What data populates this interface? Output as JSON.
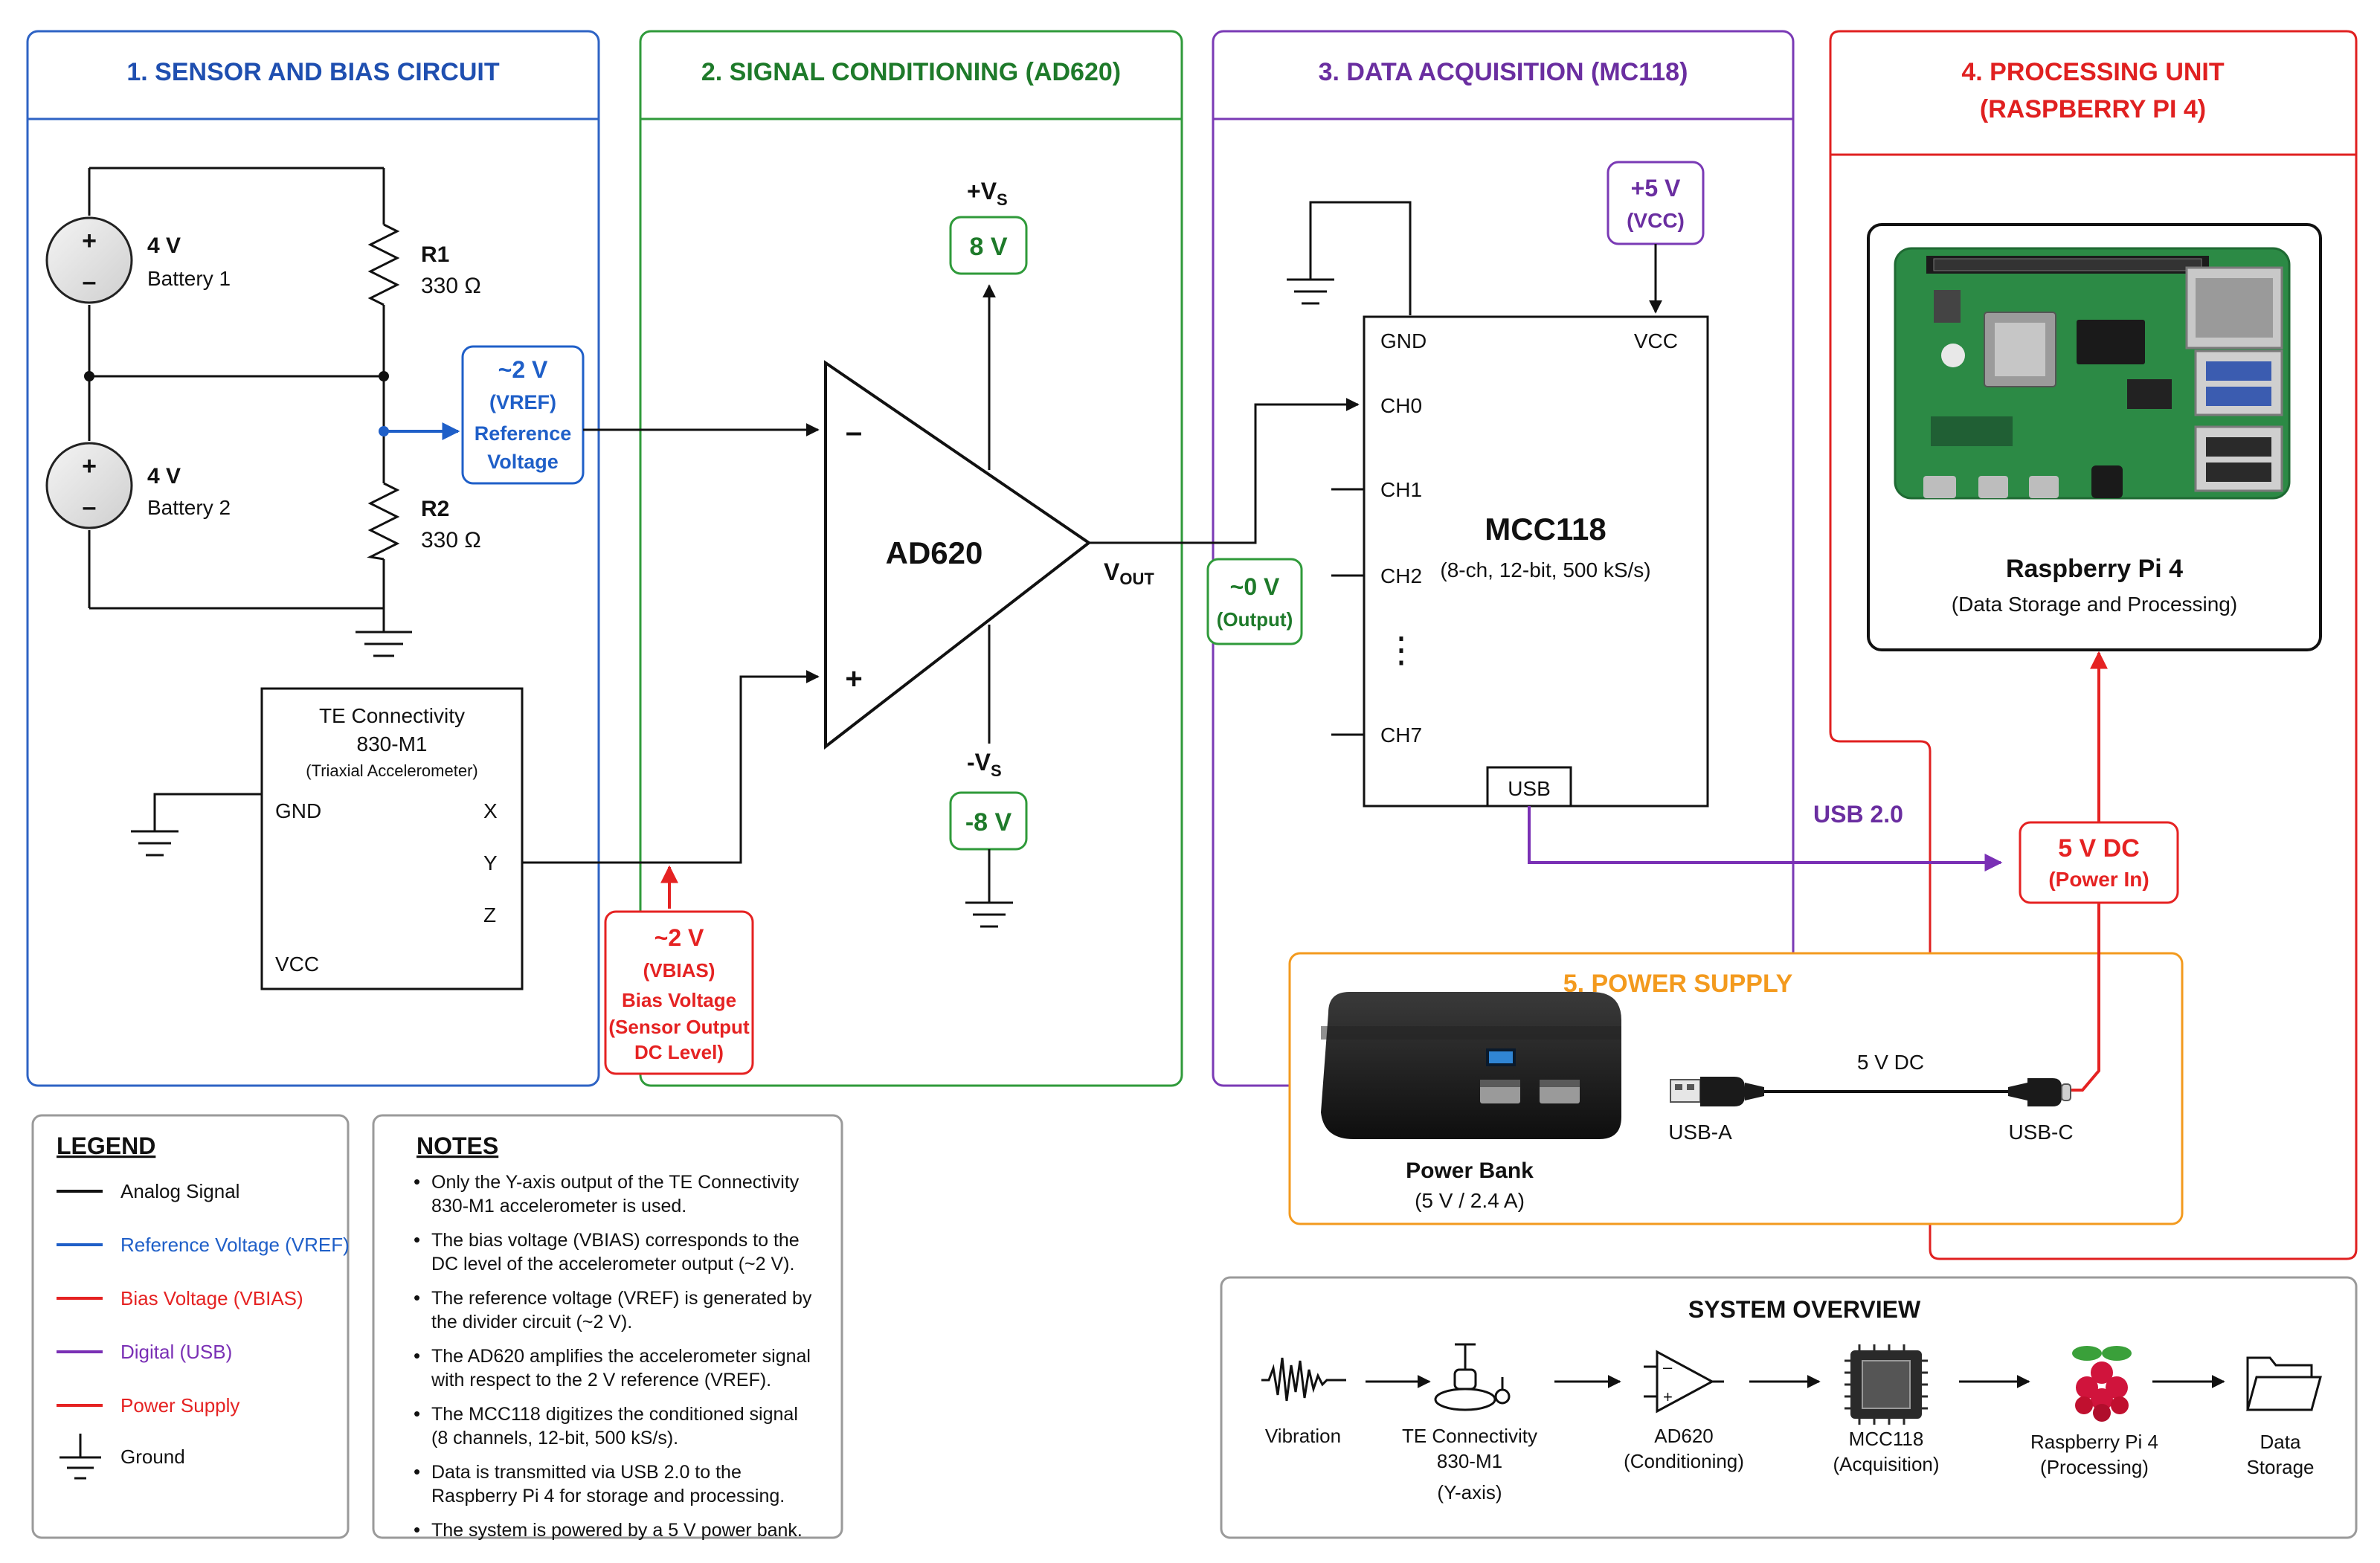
{
  "colors": {
    "sensor": "#1f4fb0",
    "conditioning": "#1e7a2a",
    "acquisition": "#6a2ea0",
    "processing": "#e02020",
    "power": "#f39a1e",
    "analog": "#111111",
    "reference": "#1f5fc8",
    "bias": "#e52222",
    "digital": "#7a30b5",
    "supply": "#e52222",
    "frame": "#5a5a5a"
  },
  "sections": {
    "sensor": {
      "title": "1. SENSOR AND BIAS CIRCUIT"
    },
    "conditioning": {
      "title": "2. SIGNAL CONDITIONING (AD620)"
    },
    "acquisition": {
      "title": "3. DATA ACQUISITION (MC118)"
    },
    "processing": {
      "title_line1": "4. PROCESSING UNIT",
      "title_line2": "(RASPBERRY PI 4)"
    },
    "power": {
      "title": "5. POWER SUPPLY"
    }
  },
  "sensor_circuit": {
    "battery1": {
      "value": "4 V",
      "name": "Battery 1"
    },
    "battery2": {
      "value": "4 V",
      "name": "Battery 2"
    },
    "r1": {
      "name": "R1",
      "value": "330 Ω"
    },
    "r2": {
      "name": "R2",
      "value": "330 Ω"
    },
    "vref": {
      "value": "~2 V",
      "symbol": "(VREF)",
      "line1": "Reference",
      "line2": "Voltage"
    },
    "accelerometer": {
      "maker": "TE Connectivity",
      "model": "830-M1",
      "type": "(Triaxial Accelerometer)",
      "pins": {
        "gnd": "GND",
        "vcc": "VCC",
        "x": "X",
        "y": "Y",
        "z": "Z"
      }
    },
    "vbias": {
      "value": "~2 V",
      "symbol": "(VBIAS)",
      "line1": "Bias Voltage",
      "line2": "(Sensor Output",
      "line3": "DC Level)"
    }
  },
  "amplifier": {
    "name": "AD620",
    "vs_pos": "+V",
    "vs_neg": "-V",
    "vs_sub": "S",
    "vs_pos_value": "8 V",
    "vs_neg_value": "-8 V",
    "minus": "–",
    "plus": "+",
    "vout": "V",
    "vout_sub": "OUT",
    "output_value": "~0 V",
    "output_label": "(Output)"
  },
  "daq": {
    "name": "MCC118",
    "spec": "(8-ch, 12-bit, 500 kS/s)",
    "vcc_value": "+5 V",
    "vcc_label": "(VCC)",
    "pins": {
      "gnd": "GND",
      "vcc": "VCC",
      "ch0": "CH0",
      "ch1": "CH1",
      "ch2": "CH2",
      "ch7": "CH7",
      "usb": "USB"
    },
    "ellipsis": "⋮",
    "usb_link": "USB 2.0"
  },
  "pi": {
    "name": "Raspberry Pi 4",
    "role": "(Data Storage and Processing)",
    "power_value": "5 V DC",
    "power_label": "(Power In)"
  },
  "power_supply": {
    "bank_name": "Power Bank",
    "bank_rating": "(5 V / 2.4 A)",
    "cable_label": "5 V DC",
    "usb_a": "USB-A",
    "usb_c": "USB-C"
  },
  "legend": {
    "title": "LEGEND",
    "items": [
      {
        "label": "Analog Signal",
        "color": "#111111"
      },
      {
        "label": "Reference Voltage (VREF)",
        "color": "#1f5fc8"
      },
      {
        "label": "Bias Voltage (VBIAS)",
        "color": "#e52222"
      },
      {
        "label": "Digital (USB)",
        "color": "#7a30b5"
      },
      {
        "label": "Power Supply",
        "color": "#e52222"
      }
    ],
    "ground_label": "Ground"
  },
  "notes": {
    "title": "NOTES",
    "items": [
      [
        "Only the Y-axis output of the TE Connectivity",
        "830-M1 accelerometer is used."
      ],
      [
        "The bias voltage (VBIAS) corresponds to the",
        "DC level of the accelerometer output (~2 V)."
      ],
      [
        "The reference voltage (VREF) is generated by",
        "the divider circuit (~2 V)."
      ],
      [
        "The AD620 amplifies the accelerometer signal",
        "with respect to the 2 V reference (VREF)."
      ],
      [
        "The MCC118 digitizes the conditioned signal",
        "(8 channels, 12-bit, 500 kS/s)."
      ],
      [
        "Data is transmitted via USB 2.0 to the",
        "Raspberry Pi 4 for storage and processing."
      ],
      [
        "The system is powered by a 5 V power bank."
      ]
    ]
  },
  "overview": {
    "title": "SYSTEM OVERVIEW",
    "steps": [
      {
        "icon": "waveform",
        "lines": [
          "Vibration"
        ]
      },
      {
        "icon": "accelerometer",
        "lines": [
          "TE Connectivity",
          "830-M1",
          "(Y-axis)"
        ]
      },
      {
        "icon": "amplifier",
        "lines": [
          "AD620",
          "(Conditioning)"
        ]
      },
      {
        "icon": "chip",
        "lines": [
          "MCC118",
          "(Acquisition)"
        ]
      },
      {
        "icon": "raspberry",
        "lines": [
          "Raspberry Pi 4",
          "(Processing)"
        ]
      },
      {
        "icon": "folder",
        "lines": [
          "Data",
          "Storage"
        ]
      }
    ]
  }
}
